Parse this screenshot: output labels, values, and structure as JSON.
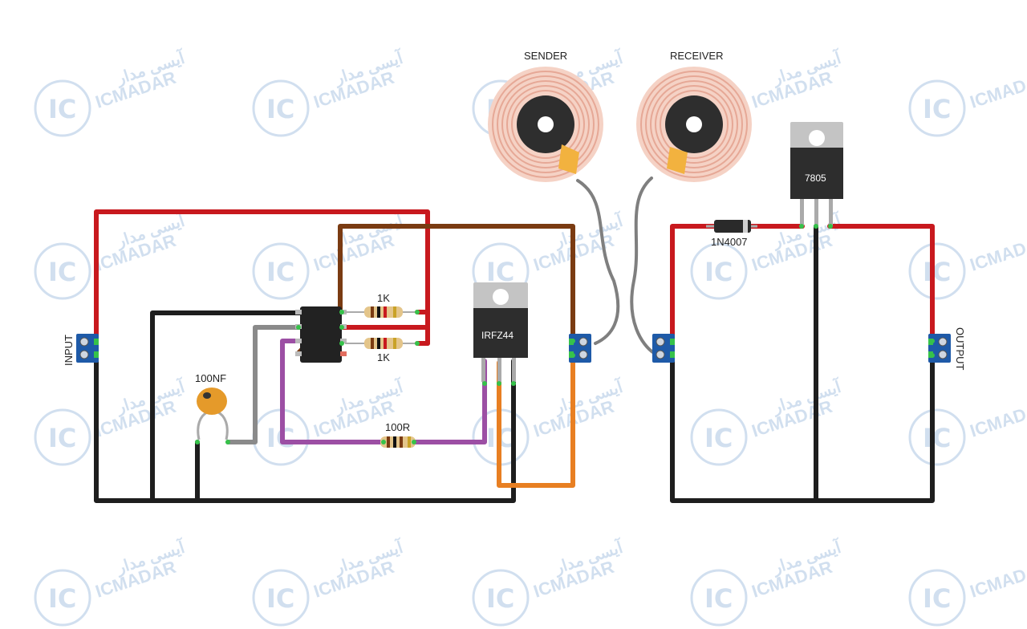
{
  "watermark": {
    "icon_text": "IC",
    "brand": "ICMADAR",
    "brand_fa": "آیسی مدار"
  },
  "labels": {
    "input": "INPUT",
    "output": "OUTPUT",
    "sender": "SENDER",
    "receiver": "RECEIVER",
    "r1": "1K",
    "r2": "1K",
    "r3": "100R",
    "capacitor": "100NF",
    "mosfet": "IRFZ44",
    "regulator": "7805",
    "diode": "1N4007"
  },
  "colors": {
    "red_wire": "#c8191e",
    "black_wire": "#1e1e1e",
    "brown_wire": "#7a3b12",
    "orange_wire": "#e87f22",
    "purple_wire": "#9c4fa4",
    "gray_wire": "#8a8a8a",
    "terminal_blue": "#1e5aa8",
    "coil_copper": "#e8b1a0"
  }
}
